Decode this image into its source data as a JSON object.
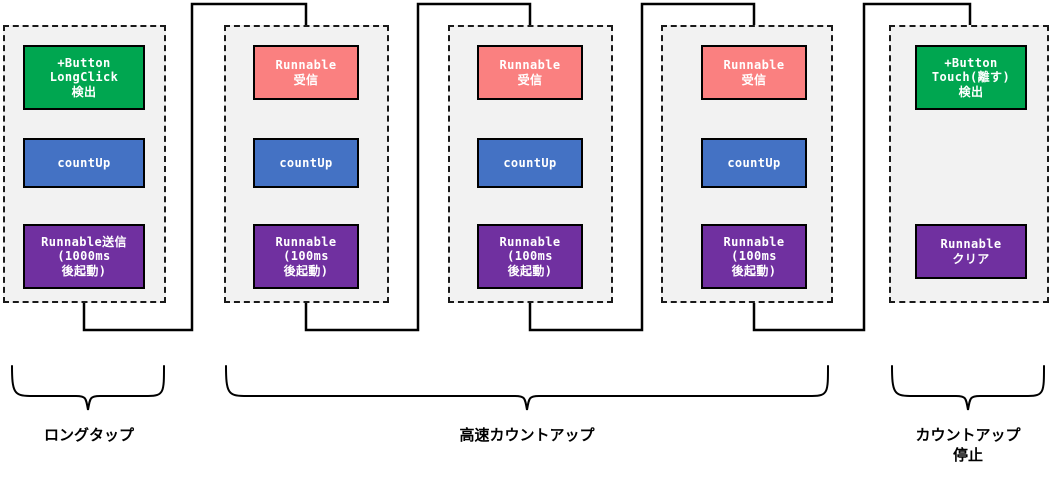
{
  "diagram": {
    "title": "Android button long-press fast count-up flow",
    "colors": {
      "green": "#00a650",
      "blue": "#4472c4",
      "purple": "#7030a0",
      "pink": "#fa8080",
      "group_fill": "#f2f2f2",
      "stroke": "#000000",
      "background": "#ffffff"
    },
    "columns": [
      {
        "id": "col-1",
        "nodes": [
          {
            "id": "n1-1",
            "label": "+Button\nLongClick\n検出",
            "color": "green"
          },
          {
            "id": "n1-2",
            "label": "countUp",
            "color": "blue"
          },
          {
            "id": "n1-3",
            "label": "Runnable送信\n(1000ms\n後起動)",
            "color": "purple"
          }
        ]
      },
      {
        "id": "col-2",
        "nodes": [
          {
            "id": "n2-1",
            "label": "Runnable\n受信",
            "color": "pink"
          },
          {
            "id": "n2-2",
            "label": "countUp",
            "color": "blue"
          },
          {
            "id": "n2-3",
            "label": "Runnable\n(100ms\n後起動)",
            "color": "purple"
          }
        ]
      },
      {
        "id": "col-3",
        "nodes": [
          {
            "id": "n3-1",
            "label": "Runnable\n受信",
            "color": "pink"
          },
          {
            "id": "n3-2",
            "label": "countUp",
            "color": "blue"
          },
          {
            "id": "n3-3",
            "label": "Runnable\n(100ms\n後起動)",
            "color": "purple"
          }
        ]
      },
      {
        "id": "col-4",
        "nodes": [
          {
            "id": "n4-1",
            "label": "Runnable\n受信",
            "color": "pink"
          },
          {
            "id": "n4-2",
            "label": "countUp",
            "color": "blue"
          },
          {
            "id": "n4-3",
            "label": "Runnable\n(100ms\n後起動)",
            "color": "purple"
          }
        ]
      },
      {
        "id": "col-5",
        "nodes": [
          {
            "id": "n5-1",
            "label": "+Button\nTouch(離す)\n検出",
            "color": "green"
          },
          {
            "id": "n5-2",
            "label": "Runnable\nクリア",
            "color": "purple"
          }
        ]
      }
    ],
    "braces": [
      {
        "id": "brace-1",
        "label": "ロングタップ"
      },
      {
        "id": "brace-2",
        "label": "高速カウントアップ"
      },
      {
        "id": "brace-3",
        "label": "カウントアップ\n停止"
      }
    ]
  }
}
